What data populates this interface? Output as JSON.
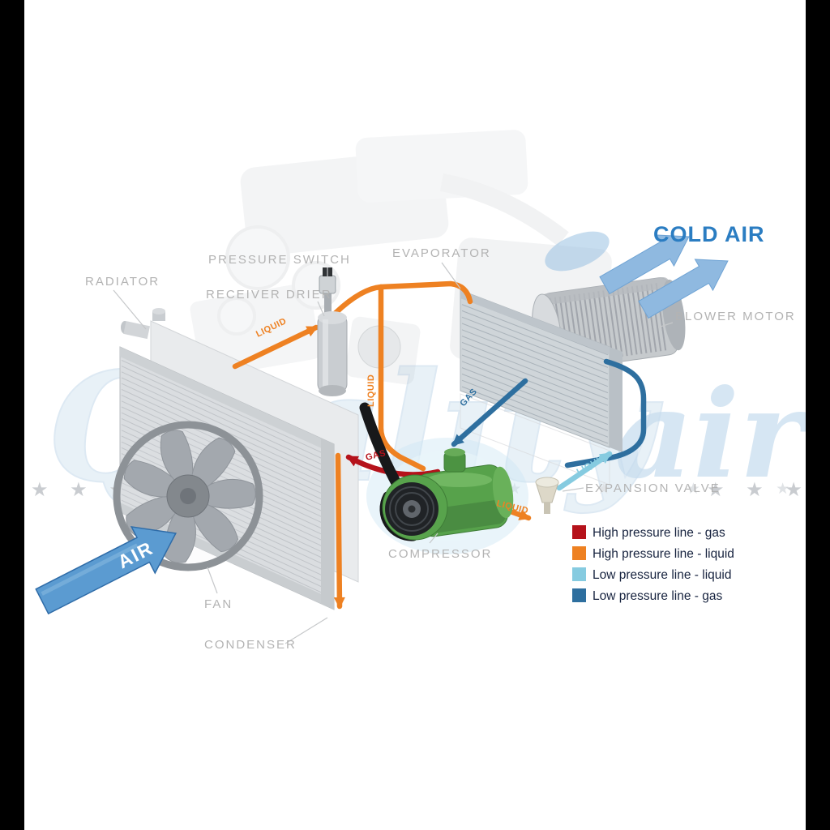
{
  "colors": {
    "red": "#b5121b",
    "orange": "#ee8122",
    "light_blue": "#86cbe0",
    "dark_blue": "#2e6f9f",
    "label_gray": "#b3b3b3",
    "legend_text": "#17233f",
    "cold_air_blue": "#2b7dc2",
    "air_arrow_blue": "#5b9bd1",
    "watermark_blue": "#d6e6f2",
    "star_gray": "#c9ccd0"
  },
  "watermark": {
    "part1": "Quality",
    "part2": "air",
    "stars_left": "★ ★ ★ ★",
    "stars_center": "★ ★ ★ ★ ★ ★ ★ ★ ★",
    "stars_right": "★ ★ ★ ★"
  },
  "component_labels": {
    "radiator": "RADIATOR",
    "pressure_switch": "PRESSURE SWITCH",
    "receiver_drier": "RECEIVER DRIER",
    "evaporator": "EVAPORATOR",
    "blower_motor": "BLOWER MOTOR",
    "expansion_valve": "EXPANSION VALVE",
    "compressor": "COMPRESSOR",
    "fan": "FAN",
    "condenser": "CONDENSER"
  },
  "flow_labels": {
    "gas": "GAS",
    "liquid": "LIQUID"
  },
  "cold_air_label": "COLD AIR",
  "air_label": "AIR",
  "legend": {
    "items": [
      {
        "label": "High pressure line - gas"
      },
      {
        "label": "High pressure line - liquid"
      },
      {
        "label": "Low pressure line - liquid"
      },
      {
        "label": "Low pressure line - gas"
      }
    ]
  }
}
